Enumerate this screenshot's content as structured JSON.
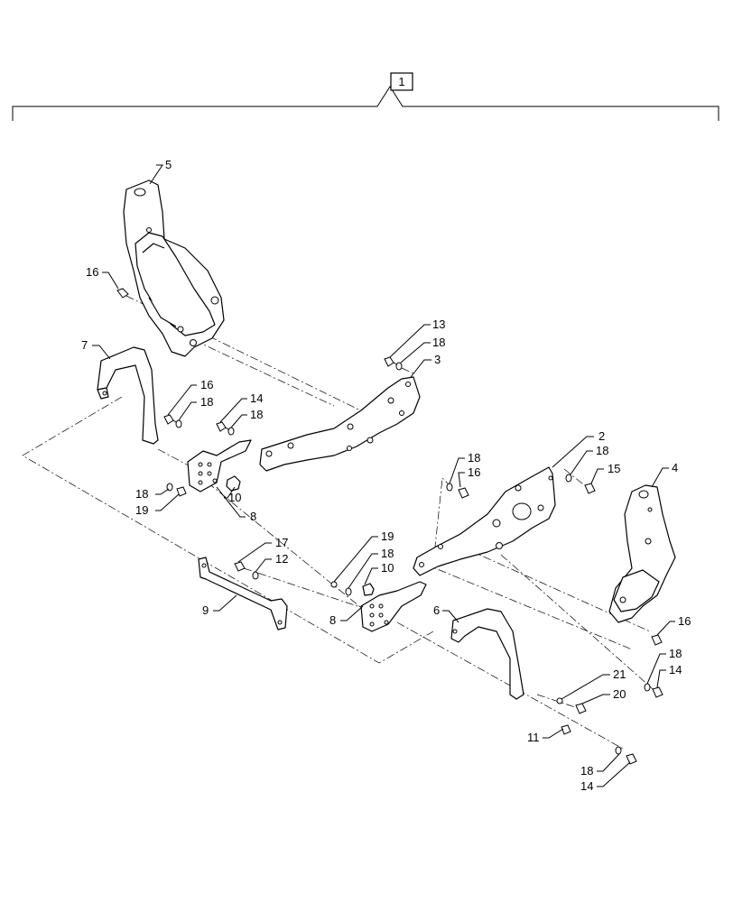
{
  "assembly": {
    "label": "1"
  },
  "callouts": {
    "c5": "5",
    "c16a": "16",
    "c7": "7",
    "c13": "13",
    "c18a": "18",
    "c3": "3",
    "c16b": "16",
    "c18b": "18",
    "c14a": "14",
    "c18c": "18",
    "c18d": "18",
    "c19a": "19",
    "c10a": "10",
    "c8a": "8",
    "c2": "2",
    "c18e": "18",
    "c16c": "16",
    "c18f": "18",
    "c15": "15",
    "c4": "4",
    "c17": "17",
    "c12": "12",
    "c9": "9",
    "c19b": "19",
    "c18g": "18",
    "c10b": "10",
    "c8b": "8",
    "c6": "6",
    "c16d": "16",
    "c18h": "18",
    "c14b": "14",
    "c21": "21",
    "c20": "20",
    "c11": "11",
    "c18i": "18",
    "c14c": "14"
  }
}
